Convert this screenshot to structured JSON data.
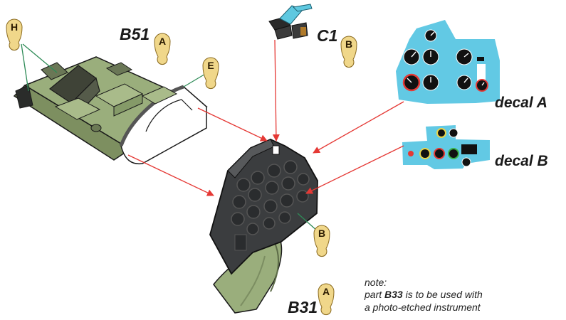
{
  "labels": {
    "b51": "B51",
    "c1": "C1",
    "b31": "B31",
    "decal_a": "decal A",
    "decal_b": "decal B"
  },
  "badges": {
    "h": "H",
    "b51_sprue": "A",
    "e": "E",
    "c1_sprue": "B",
    "panel_sprue": "B",
    "b31_sprue": "A"
  },
  "note": {
    "line1": "note:",
    "line2_prefix": "part ",
    "line2_part": "B33",
    "line2_suffix": " is to be used with",
    "line3": "a photo-etched instrument"
  },
  "colors": {
    "arrow": "#e53935",
    "leader": "#2e8b57",
    "olive": "#9aae7c",
    "panel": "#3b3d3f",
    "decal_bg": "#62c9e4",
    "badge": "#f0d78a"
  }
}
